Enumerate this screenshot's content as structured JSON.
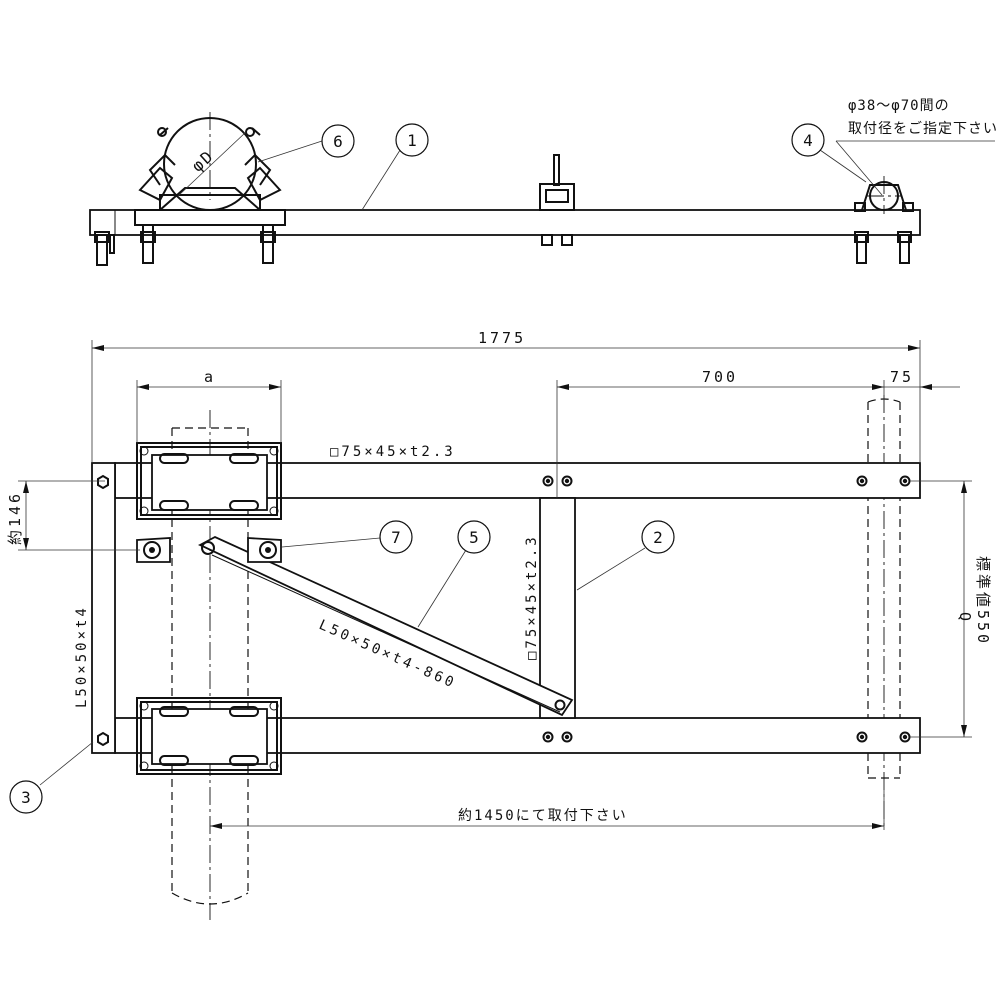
{
  "balloons": {
    "b1": "1",
    "b2": "2",
    "b3": "3",
    "b4": "4",
    "b5": "5",
    "b6": "6",
    "b7": "7"
  },
  "dimensions": {
    "overall_length": "1775",
    "clamp_width": "a",
    "span_700": "700",
    "offset_75": "75",
    "spacing_146": "約146",
    "spacing_550": "標準値550",
    "spacing_symbol": "Q",
    "mounting_distance": "約1450にて取付下さい"
  },
  "labels": {
    "phi_d": "φD",
    "main_beam": "□75×45×t2.3",
    "cross_member": "□75×45×t2.3",
    "end_angle": "L50×50×t4",
    "brace": "L50×50×t4-860",
    "note_line1": "φ38～φ70間の",
    "note_line2": "取付径をご指定下さい"
  }
}
